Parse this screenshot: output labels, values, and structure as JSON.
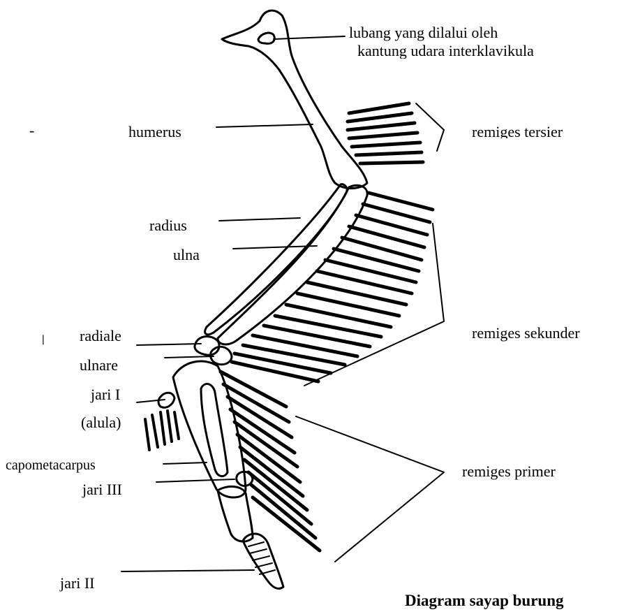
{
  "diagram": {
    "title": "Diagram sayap burung",
    "labels": {
      "air_sac_line1": "lubang yang dilalui oleh",
      "air_sac_line2": "kantung udara interklavikula",
      "humerus": "humerus",
      "remiges_tersier": "remiges tersier",
      "radius": "radius",
      "ulna": "ulna",
      "radiale": "radiale",
      "remiges_sekunder": "remiges sekunder",
      "ulnare": "ulnare",
      "jari_1": "jari I",
      "alula": "(alula)",
      "capometacarpus": "capometacarpus",
      "remiges_primer": "remiges primer",
      "jari_3": "jari III",
      "jari_2": "jari II"
    },
    "stray_marks": [
      "-"
    ]
  }
}
